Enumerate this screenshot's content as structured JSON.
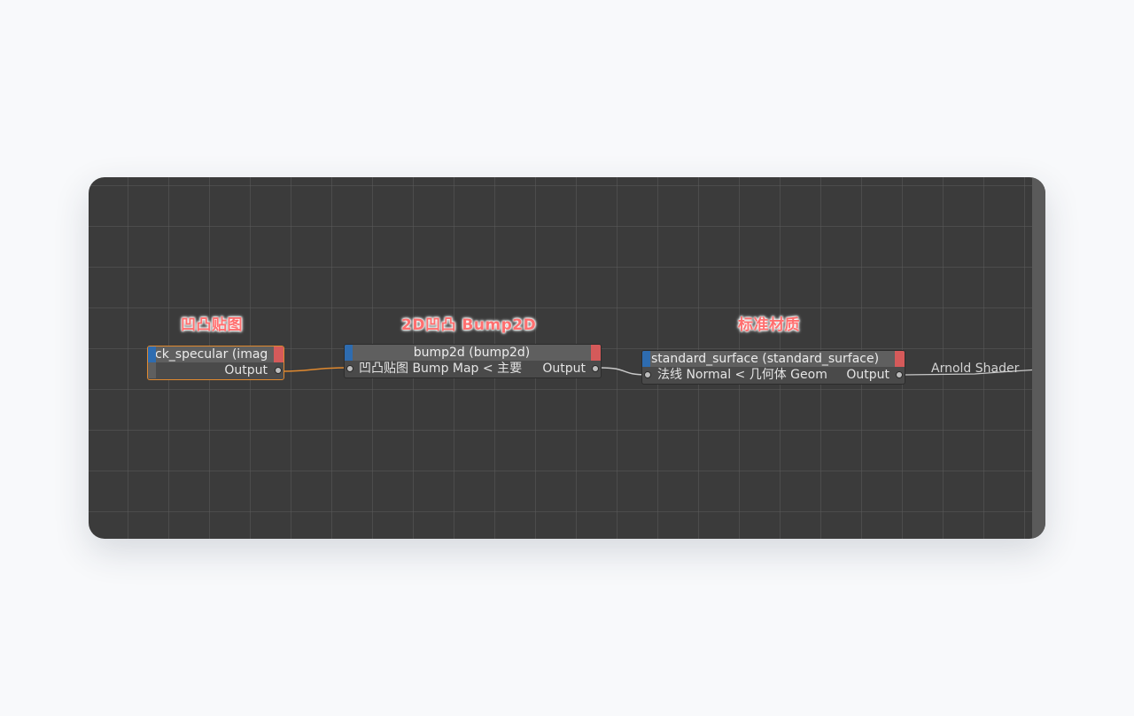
{
  "annotations": {
    "image_node": "凹凸贴图",
    "bump_node": "2D凹凸 Bump2D",
    "surface_node": "标准材质"
  },
  "nodes": {
    "image": {
      "title": "ck_specular (imag",
      "output_label": "Output"
    },
    "bump2d": {
      "title": "bump2d (bump2d)",
      "input_label": "凹凸贴图 Bump Map < 主要",
      "output_label": "Output"
    },
    "standard_surface": {
      "title": "standard_surface (standard_surface)",
      "input_label": "法线 Normal < 几何体 Geom",
      "output_label": "Output"
    }
  },
  "shader_output": {
    "label": "Arnold Shader"
  },
  "colors": {
    "canvas_bg": "#3b3b3b",
    "grid_line": "#5a5a5a",
    "annotation": "#ff6f6f",
    "selected_outline": "#e0892f",
    "blue_tab": "#2e6cb0",
    "red_tab": "#d55a5a",
    "wire_selected": "#e0892f",
    "wire_normal": "#c8c8c8"
  }
}
